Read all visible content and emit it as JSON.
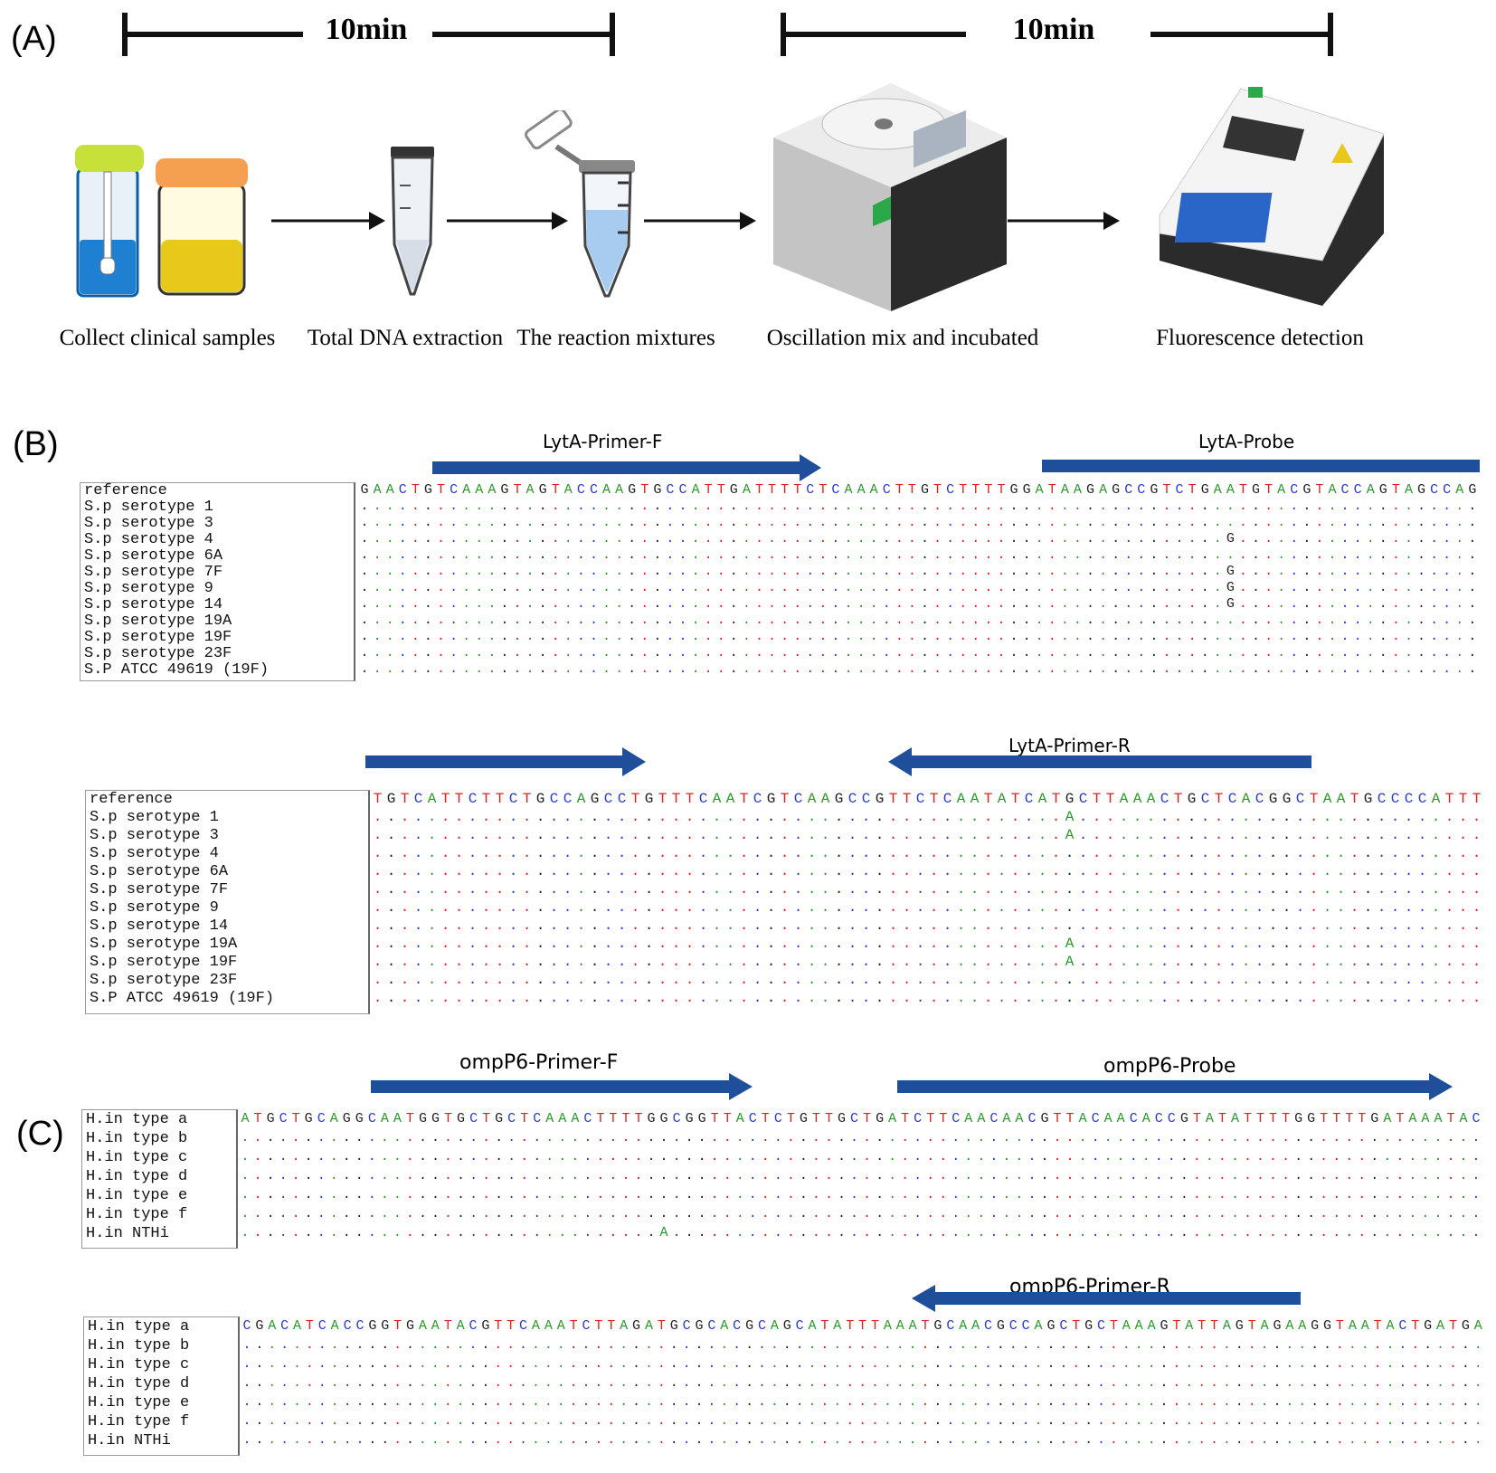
{
  "panelA": {
    "label": "(A)",
    "timeline1": "10min",
    "timeline2": "10min",
    "steps": [
      {
        "label": "Collect clinical samples"
      },
      {
        "label": "Total DNA extraction"
      },
      {
        "label": "The reaction mixtures"
      },
      {
        "label": "Oscillation mix and incubated"
      },
      {
        "label": "Fluorescence detection"
      }
    ]
  },
  "panelB": {
    "label": "(B)",
    "block1": {
      "features": [
        {
          "label": "LytA-Primer-F",
          "direction": "forward"
        },
        {
          "label": "LytA-Probe",
          "direction": "none"
        }
      ],
      "names": [
        "reference",
        "S.p serotype 1",
        "S.p serotype 3",
        "S.p serotype 4",
        "S.p serotype 6A",
        "S.p serotype 7F",
        "S.p serotype 9",
        "S.p serotype 14",
        "S.p serotype 19A",
        "S.p serotype 19F",
        "S.p serotype 23F",
        "S.P ATCC 49619 (19F)"
      ],
      "reference": "GAACTGTCAAAGTAGTACCAAGTGCCATTGATTTTCTCAAACTTGTCTTTTGGATAAGAGCCGTCTGAATGTACGTACCAGTAGCCAG",
      "variants": [
        {
          "row": 3,
          "pos": 68,
          "base": "G"
        },
        {
          "row": 5,
          "pos": 68,
          "base": "G"
        },
        {
          "row": 6,
          "pos": 68,
          "base": "G"
        },
        {
          "row": 7,
          "pos": 68,
          "base": "G"
        }
      ]
    },
    "block2": {
      "features": [
        {
          "label": "",
          "direction": "forward"
        },
        {
          "label": "LytA-Primer-R",
          "direction": "reverse"
        }
      ],
      "names": [
        "reference",
        "S.p serotype 1",
        "S.p serotype 3",
        "S.p serotype 4",
        "S.p serotype 6A",
        "S.p serotype 7F",
        "S.p serotype 9",
        "S.p serotype 14",
        "S.p serotype 19A",
        "S.p serotype 19F",
        "S.p serotype 23F",
        "S.P ATCC 49619 (19F)"
      ],
      "reference": "TGTCATTCTTCTGCCAGCCTGTTTCAATCGTCAAGCCGTTCTCAATATCATGCTTAAACTGCTCACGGCTAATGCCCCATTT",
      "variants": [
        {
          "row": 1,
          "pos": 51,
          "base": "A"
        },
        {
          "row": 2,
          "pos": 51,
          "base": "A"
        },
        {
          "row": 8,
          "pos": 51,
          "base": "A"
        },
        {
          "row": 9,
          "pos": 51,
          "base": "A"
        }
      ]
    }
  },
  "panelC": {
    "label": "(C)",
    "block1": {
      "features": [
        {
          "label": "ompP6-Primer-F",
          "direction": "forward"
        },
        {
          "label": "ompP6-Probe",
          "direction": "forward"
        }
      ],
      "names": [
        "H.in type a",
        "H.in type b",
        "H.in type c",
        "H.in type d",
        "H.in type e",
        "H.in type f",
        "H.in NTHi"
      ],
      "reference": "ATGCTGCAGGCAATGGTGCTGCTCAAACTTTTGGCGGTTACTCTGTTGCTGATCTTCAACAACGTTACAACACCGTATATTTTGGTTTTGATAAATAC",
      "variants": [
        {
          "row": 6,
          "pos": 33,
          "base": "A"
        }
      ]
    },
    "block2": {
      "features": [
        {
          "label": "ompP6-Primer-R",
          "direction": "reverse"
        }
      ],
      "names": [
        "H.in type a",
        "H.in type b",
        "H.in type c",
        "H.in type d",
        "H.in type e",
        "H.in type f",
        "H.in NTHi"
      ],
      "reference": "CGACATCACCGGTGAATACGTTCAAATCTTAGATGCGCACGCAGCATATTTAAATGCAACGCCAGCTGCTAAAGTATTAGTAGAAGGTAATACTGATGA",
      "variants": []
    }
  },
  "colors": {
    "A": "#2a9a2a",
    "C": "#2a3ad8",
    "G": "#222222",
    "T": "#e02020",
    "arrow": "#1f4e9a"
  }
}
